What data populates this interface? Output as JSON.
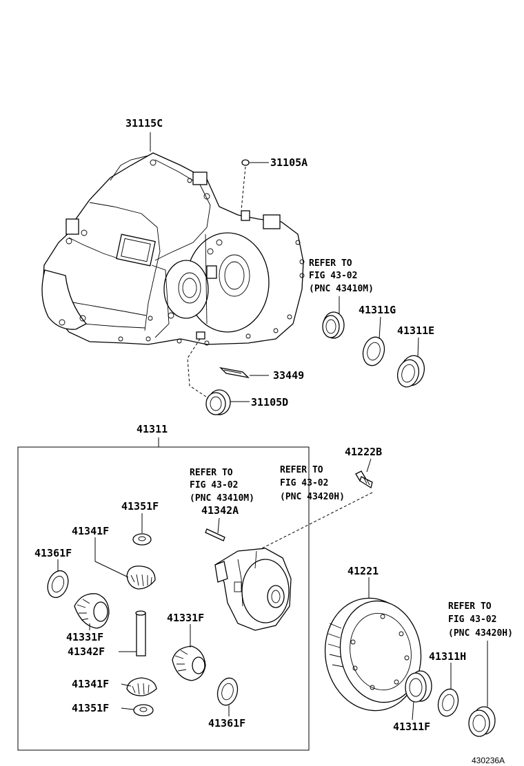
{
  "figure_id": "430236A",
  "refer_note": {
    "refer_to": "REFER TO",
    "fig": "FIG 43-02",
    "pnc_43410m": "(PNC 43410M)",
    "pnc_43410m_clipped": "(PNC 43410M)",
    "pnc_43420h": "(PNC 43420H)",
    "pnc_43420h_clipped": "(PNC 43420H)"
  },
  "parts": {
    "p31115C": "31115C",
    "p31105A": "31105A",
    "p41311G": "41311G",
    "p41311E": "41311E",
    "p33449": "33449",
    "p31105D": "31105D",
    "p41311": "41311",
    "p41222B": "41222B",
    "p41351F_top": "41351F",
    "p41342A": "41342A",
    "p41341F_top": "41341F",
    "p41361F_left": "41361F",
    "p41221": "41221",
    "p41331F_left": "41331F",
    "p41331F_right": "41331F",
    "p41342F": "41342F",
    "p41341F_bottom": "41341F",
    "p41351F_bottom": "41351F",
    "p41361F_bottom": "41361F",
    "p41311H": "41311H",
    "p41311F": "41311F"
  }
}
